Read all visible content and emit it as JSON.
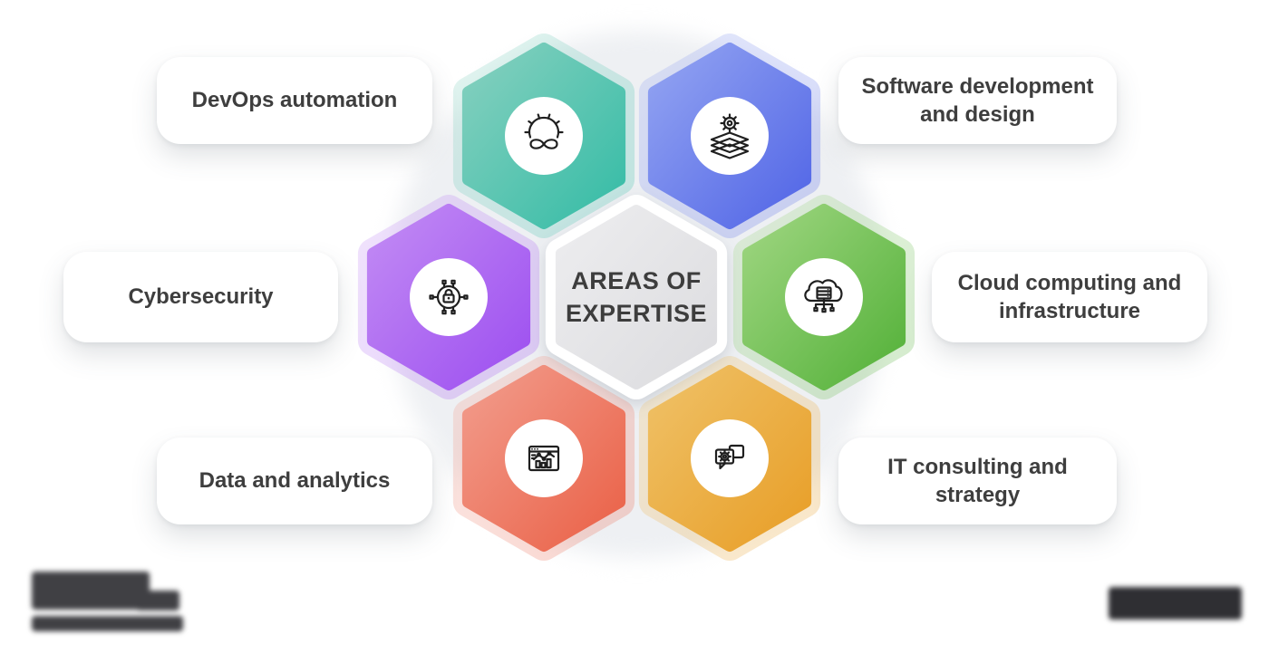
{
  "title": {
    "text": "AREAS OF EXPERTISE"
  },
  "items": [
    {
      "label": "DevOps automation",
      "icon": "devops-gear-infinity-icon",
      "color_from": "#86d0bf",
      "color_to": "#35bca6"
    },
    {
      "label": "Software development and design",
      "icon": "layers-gear-icon",
      "color_from": "#93a4f2",
      "color_to": "#5165e6"
    },
    {
      "label": "Cybersecurity",
      "icon": "lock-circuit-icon",
      "color_from": "#c28bf4",
      "color_to": "#9d4ff0"
    },
    {
      "label": "Cloud computing and infrastructure",
      "icon": "cloud-server-icon",
      "color_from": "#9fd681",
      "color_to": "#54b139"
    },
    {
      "label": "Data and analytics",
      "icon": "dashboard-chart-icon",
      "color_from": "#f29c8c",
      "color_to": "#ea6147"
    },
    {
      "label": "IT consulting and strategy",
      "icon": "chat-gear-icon",
      "color_from": "#efc167",
      "color_to": "#e89e27"
    }
  ],
  "center_hexagon": {
    "color_from": "#ededef",
    "color_to": "#dcdcdf"
  },
  "watermarks": {
    "left": "blurred-logo",
    "right": "blurred-logo"
  }
}
